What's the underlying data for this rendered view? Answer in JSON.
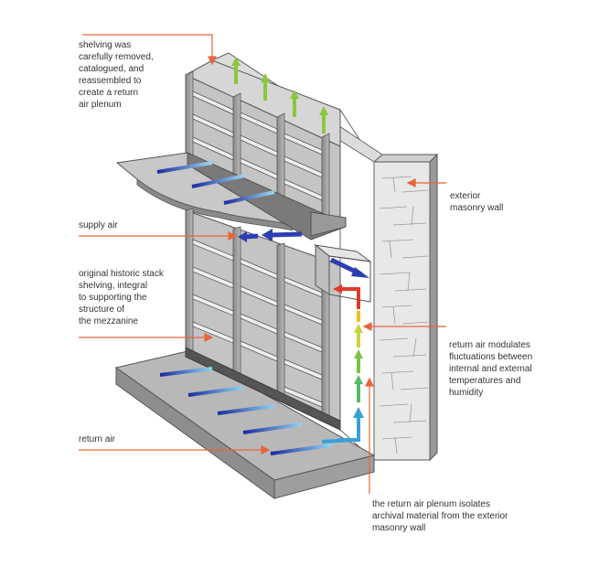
{
  "labels": {
    "shelving": "shelving was\ncarefully removed,\ncatalogued, and\nreassembled to\ncreate a return\nair plenum",
    "supply_air": "supply air",
    "original_stack": "original historic stack\nshelving, integral\nto supporting the\nstructure of\nthe mezzanine",
    "return_air": "return air",
    "exterior_wall": "exterior\nmasonry wall",
    "modulates": "return air modulates\nfluctuations between\ninternal and external\ntemperatures and\nhumidity",
    "plenum_isolates": "the return air plenum isolates\narchival material from the exterior\nmasonry wall"
  },
  "colors": {
    "leader_line": "#e8663a",
    "supply_air": "#2b3fb0",
    "return_air_cool": "#3aa0d8",
    "return_air_warm": "#f0c020",
    "plenum_warm": "#e03a2a",
    "up_arrow": "#8cc63f",
    "masonry": "#e4e4e4",
    "shelving": "#a9a9a9",
    "floor": "#b3b3b3"
  }
}
